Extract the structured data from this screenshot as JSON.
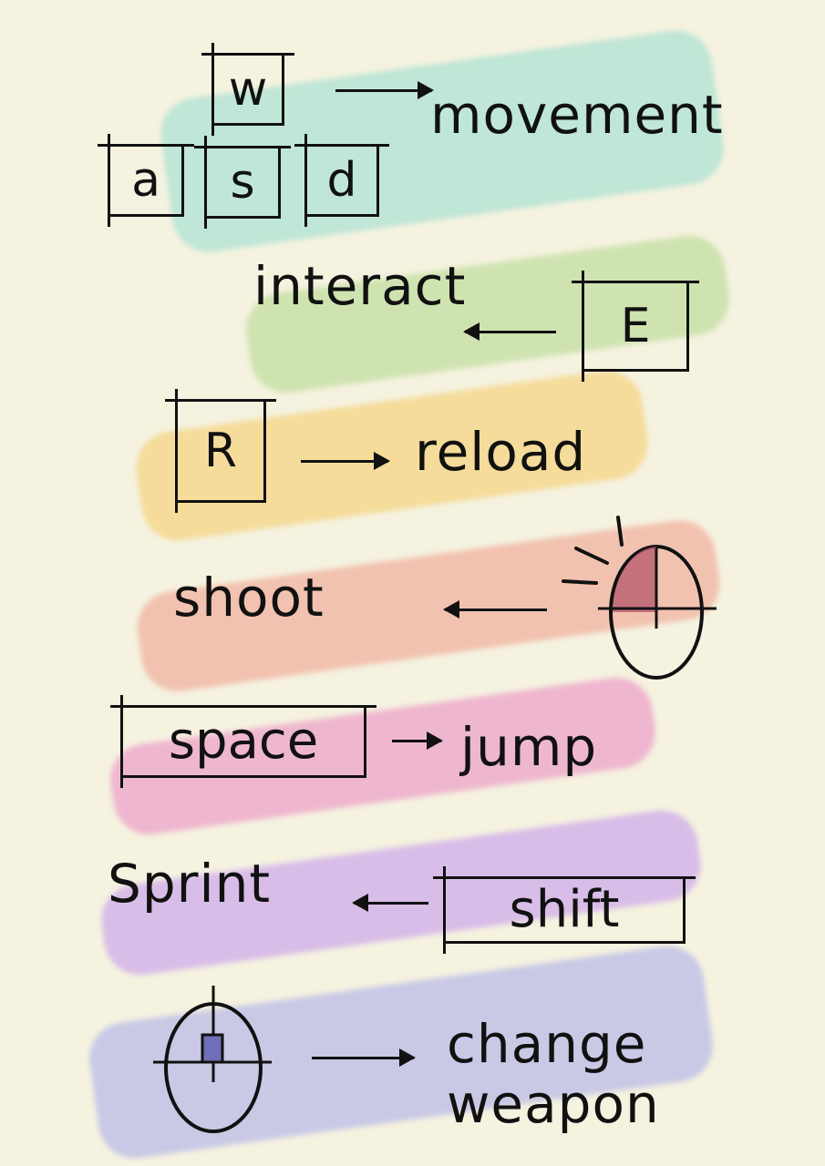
{
  "colors": {
    "background": "#f5f2e0",
    "movement": "#bfe6d6",
    "interact": "#cfe3b0",
    "reload": "#f5dc9a",
    "shoot": "#f2c2b0",
    "jump": "#efb7cf",
    "sprint": "#d8bde8",
    "change_weapon": "#c9c9e6"
  },
  "controls": {
    "movement": {
      "keys": [
        "w",
        "a",
        "s",
        "d"
      ],
      "action": "movement",
      "icon": "wasd-keys-icon"
    },
    "interact": {
      "key": "E",
      "action": "interact",
      "icon": "e-key-icon"
    },
    "reload": {
      "key": "R",
      "action": "reload",
      "icon": "r-key-icon"
    },
    "shoot": {
      "action": "shoot",
      "icon": "mouse-left-click-icon"
    },
    "jump": {
      "key": "space",
      "action": "jump",
      "icon": "space-key-icon"
    },
    "sprint": {
      "key": "shift",
      "action": "Sprint",
      "icon": "shift-key-icon"
    },
    "change_weapon": {
      "action_line1": "change",
      "action_line2": "weapon",
      "icon": "mouse-scroll-wheel-icon"
    }
  }
}
